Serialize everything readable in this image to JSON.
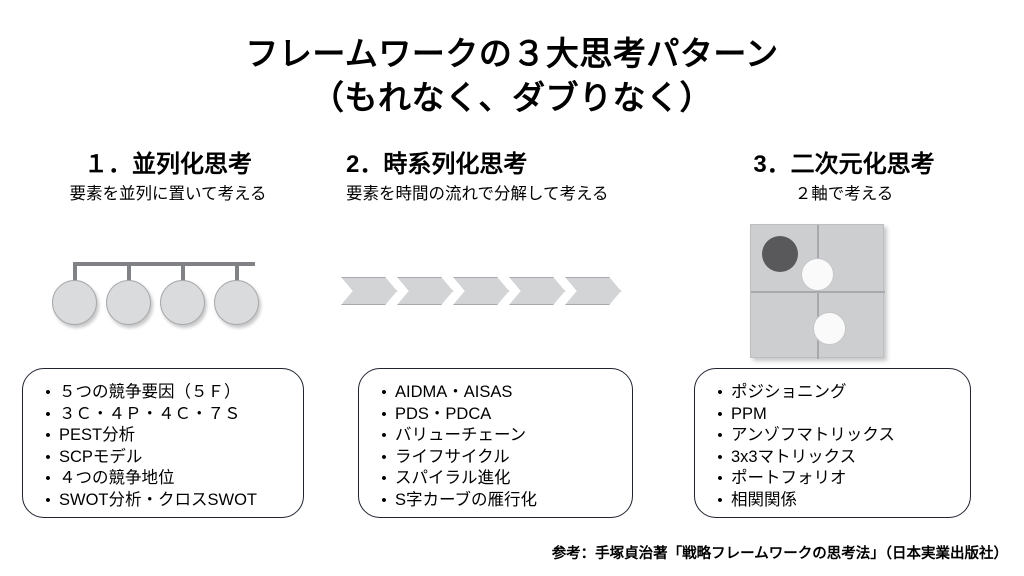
{
  "title": {
    "line1": "フレームワークの３大思考パターン",
    "line2": "（もれなく、ダブりなく）"
  },
  "columns": [
    {
      "heading": "１．並列化思考",
      "subtitle": "要素を並列に置いて考える",
      "diagram": "parallel-circles",
      "items": [
        "５つの競争要因（５Ｆ）",
        "３Ｃ・４Ｐ・４Ｃ・７Ｓ",
        "PEST分析",
        "SCPモデル",
        "４つの競争地位",
        "SWOT分析・クロスSWOT"
      ]
    },
    {
      "heading": "2．時系列化思考",
      "subtitle": "要素を時間の流れで分解して考える",
      "diagram": "chevron-arrows",
      "items": [
        "AIDMA・AISAS",
        "PDS・PDCA",
        "バリューチェーン",
        "ライフサイクル",
        "スパイラル進化",
        "S字カーブの雁行化"
      ]
    },
    {
      "heading": "3．二次元化思考",
      "subtitle": "２軸で考える",
      "diagram": "two-by-two-matrix",
      "items": [
        "ポジショニング",
        "PPM",
        "アンゾフマトリックス",
        "3x3マトリックス",
        "ポートフォリオ",
        "相関関係"
      ]
    }
  ],
  "bullet_glyph": "•",
  "footer": {
    "credit": "参考：手塚貞治著「戦略フレームワークの思考法」（日本実業出版社）"
  },
  "colors": {
    "shape_fill": "#d9dbdc",
    "shape_stroke": "#a7a9ac",
    "matrix_fill": "#ccced0",
    "dot_dark": "#59595b",
    "dot_light": "#fafafa",
    "box_stroke": "#1f2430",
    "text": "#000000"
  }
}
